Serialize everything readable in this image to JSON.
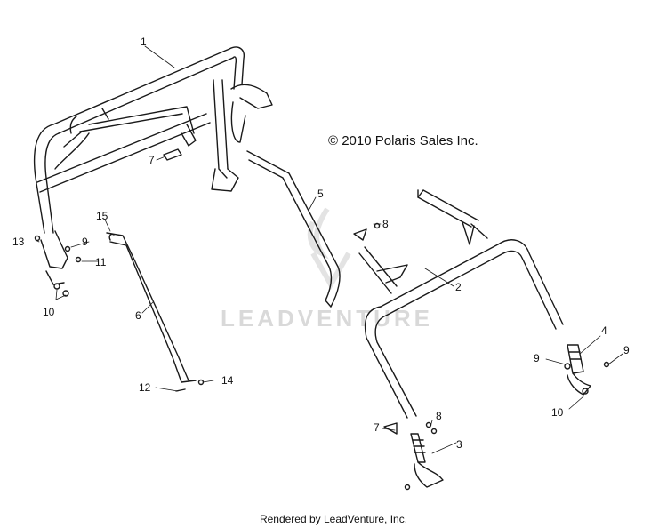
{
  "diagram": {
    "copyright": "© 2010 Polaris Sales Inc.",
    "watermark": "LEADVENTURE",
    "footer": "Rendered by LeadVenture, Inc.",
    "callouts": [
      {
        "id": "c1",
        "label": "1"
      },
      {
        "id": "c2",
        "label": "2"
      },
      {
        "id": "c3",
        "label": "3"
      },
      {
        "id": "c4",
        "label": "4"
      },
      {
        "id": "c5",
        "label": "5"
      },
      {
        "id": "c6",
        "label": "6"
      },
      {
        "id": "c7a",
        "label": "7"
      },
      {
        "id": "c7b",
        "label": "7"
      },
      {
        "id": "c8a",
        "label": "8"
      },
      {
        "id": "c8b",
        "label": "8"
      },
      {
        "id": "c9a",
        "label": "9"
      },
      {
        "id": "c9b",
        "label": "9"
      },
      {
        "id": "c9c",
        "label": "9"
      },
      {
        "id": "c10a",
        "label": "10"
      },
      {
        "id": "c10b",
        "label": "10"
      },
      {
        "id": "c11",
        "label": "11"
      },
      {
        "id": "c12",
        "label": "12"
      },
      {
        "id": "c13",
        "label": "13"
      },
      {
        "id": "c14",
        "label": "14"
      },
      {
        "id": "c15",
        "label": "15"
      }
    ]
  }
}
